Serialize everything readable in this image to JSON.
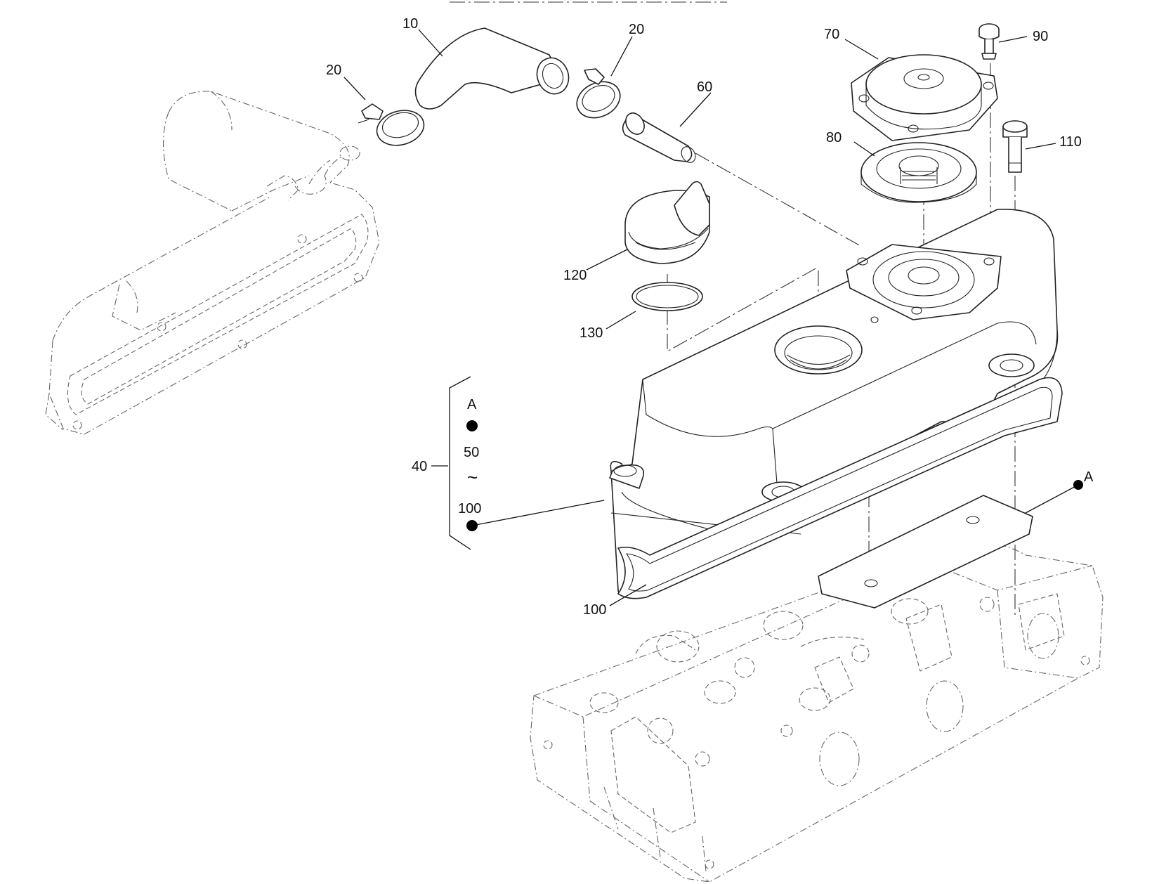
{
  "diagram": {
    "callouts": {
      "c10": "10",
      "c20a": "20",
      "c20b": "20",
      "c60": "60",
      "c70": "70",
      "c80": "80",
      "c90": "90",
      "c110": "110",
      "c120": "120",
      "c130": "130",
      "c100": "100",
      "c40": "40",
      "kitA": "A",
      "kit50": "50",
      "kitTilde": "~",
      "kit100": "100",
      "refA": "A"
    }
  }
}
